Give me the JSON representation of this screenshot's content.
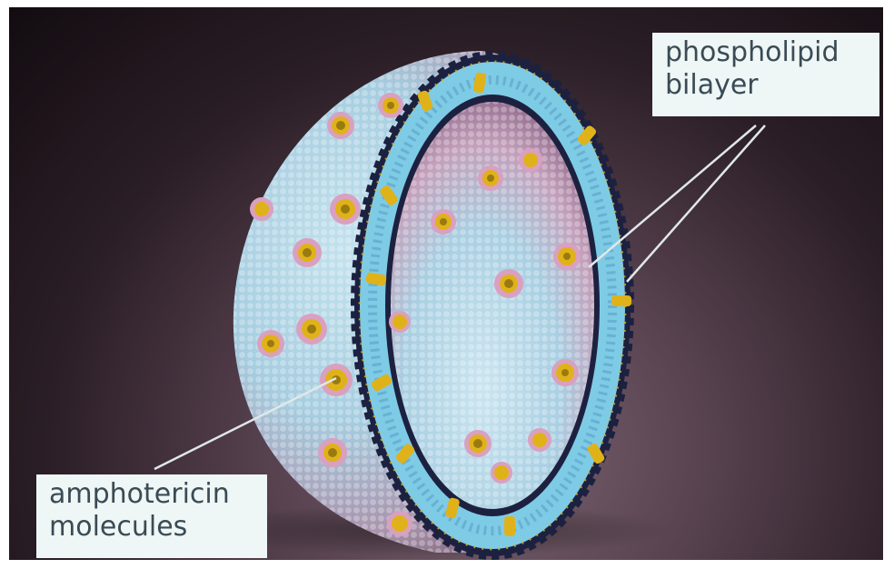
{
  "labels": {
    "phospholipid": {
      "line1": "phospholipid",
      "line2": "bilayer"
    },
    "amphotericin": {
      "line1": "amphotericin",
      "line2": "molecules"
    }
  },
  "colors": {
    "outer_surface": "#a9cfe0",
    "outer_shadow": "#9a7f96",
    "inner_surface": "#b9d8e6",
    "head_dark": "#1d2140",
    "tail_light": "#7ecbe6",
    "amphotericin_yellow": "#e0b21a",
    "amphotericin_ring": "#d9a0c0",
    "pointer_line": "#dfe8e8"
  }
}
